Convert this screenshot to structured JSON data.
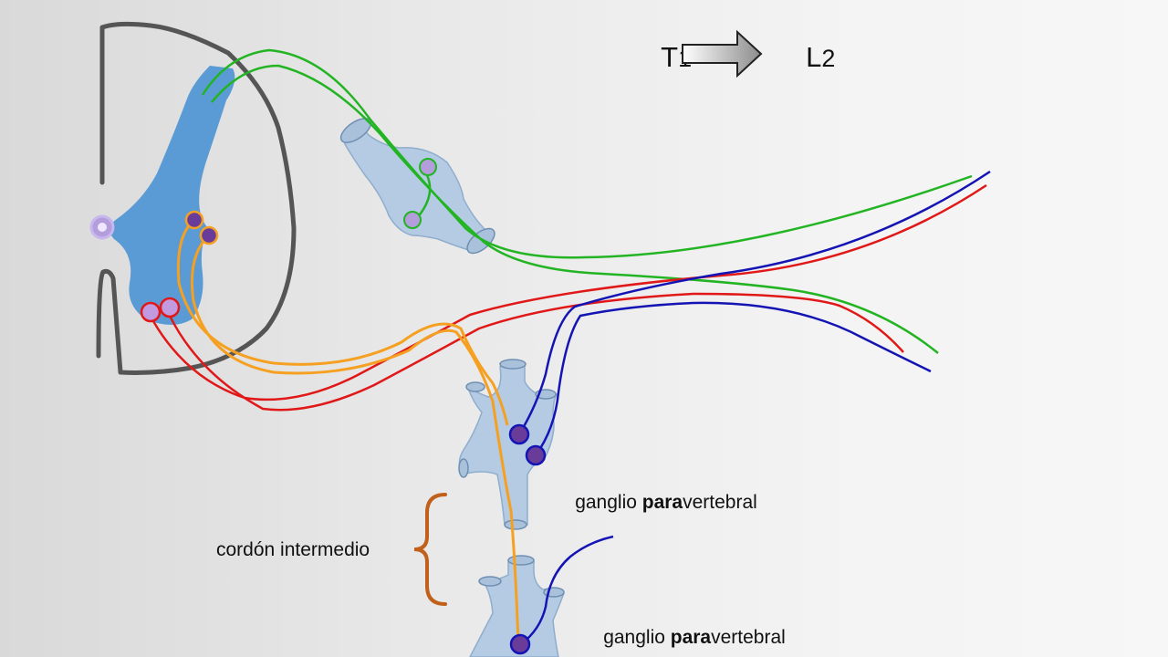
{
  "segment_range": {
    "from_letter": "T",
    "from_number": "1",
    "to_letter": "L",
    "to_number": "2"
  },
  "labels": {
    "ganglion_upper": {
      "prefix": "ganglio ",
      "bold": "para",
      "suffix": "vertebral"
    },
    "ganglion_lower": {
      "prefix": "ganglio ",
      "bold": "para",
      "suffix": "vertebral"
    },
    "intermediate_cord": "cordón intermedio"
  },
  "colors": {
    "gray_matter": "#5b9bd5",
    "ganglion_fill": "#b4cbe3",
    "sensory_fiber": "#22b422",
    "motor_fiber": "#e01818",
    "preganglionic_fiber": "#f5a020",
    "postganglionic_fiber": "#1414b4",
    "cord_outline": "#555555",
    "brace": "#c0601a"
  }
}
